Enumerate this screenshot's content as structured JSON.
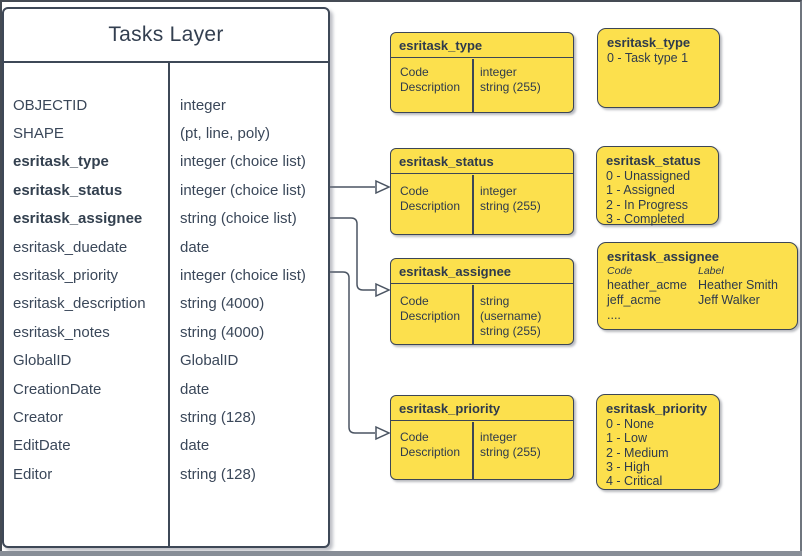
{
  "colors": {
    "box_fill_yellow": "#FCE04D",
    "border_dark": "#3C4656",
    "text_dark": "#33404F",
    "connector": "#4A5462"
  },
  "tasks_layer": {
    "title": "Tasks Layer",
    "fields": [
      {
        "name": "OBJECTID",
        "type": "integer"
      },
      {
        "name": "SHAPE",
        "type": "(pt, line, poly)"
      },
      {
        "name": "esritask_type",
        "type": "integer (choice list)"
      },
      {
        "name": "esritask_status",
        "type": "integer (choice list)"
      },
      {
        "name": "esritask_assignee",
        "type": "string (choice list)"
      },
      {
        "name": "esritask_duedate",
        "type": "date"
      },
      {
        "name": "esritask_priority",
        "type": "integer (choice list)"
      },
      {
        "name": "esritask_description",
        "type": "string (4000)"
      },
      {
        "name": "esritask_notes",
        "type": "string (4000)"
      },
      {
        "name": "GlobalID",
        "type": "GlobalID"
      },
      {
        "name": "CreationDate",
        "type": "date"
      },
      {
        "name": "Creator",
        "type": "string (128)"
      },
      {
        "name": "EditDate",
        "type": "date"
      },
      {
        "name": "Editor",
        "type": "string (128)"
      }
    ]
  },
  "domain_tables": {
    "type": {
      "title": "esritask_type",
      "rows": [
        [
          "Code",
          "integer"
        ],
        [
          "Description",
          "string (255)"
        ]
      ]
    },
    "status": {
      "title": "esritask_status",
      "rows": [
        [
          "Code",
          "integer"
        ],
        [
          "Description",
          "string (255)"
        ]
      ]
    },
    "assignee": {
      "title": "esritask_assignee",
      "rows": [
        [
          "Code",
          "string (username)"
        ],
        [
          "Description",
          "string (255)"
        ]
      ]
    },
    "priority": {
      "title": "esritask_priority",
      "rows": [
        [
          "Code",
          "integer"
        ],
        [
          "Description",
          "string (255)"
        ]
      ]
    }
  },
  "legends": {
    "type": {
      "title": "esritask_type",
      "items": [
        "0 - Task type 1"
      ]
    },
    "status": {
      "title": "esritask_status",
      "items": [
        "0 - Unassigned",
        "1 - Assigned",
        "2 - In Progress",
        "3 - Completed"
      ]
    },
    "assignee": {
      "title": "esritask_assignee",
      "col_headers": [
        "Code",
        "Label"
      ],
      "rows": [
        [
          "heather_acme",
          "Heather Smith"
        ],
        [
          "jeff_acme",
          "Jeff Walker"
        ]
      ],
      "more": "...."
    },
    "priority": {
      "title": "esritask_priority",
      "items": [
        "0 - None",
        "1 - Low",
        "2 - Medium",
        "3 - High",
        "4 - Critical"
      ]
    }
  }
}
